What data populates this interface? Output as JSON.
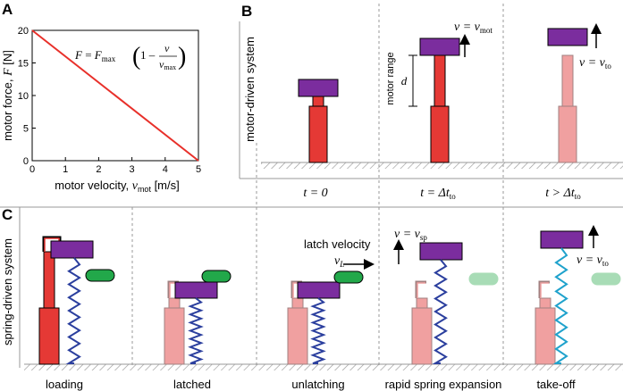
{
  "panels": {
    "A": {
      "letter": "A",
      "xlabel": "motor velocity, ",
      "xlabel_sym": "v",
      "xlabel_sub": "mot",
      "xlabel_unit": " [m/s]",
      "ylabel": "motor force, ",
      "ylabel_sym": "F",
      "ylabel_unit": " [N]",
      "equation": {
        "lhs": "F",
        "eq": " = ",
        "fmax": "F",
        "fmax_sub": "max",
        "one_minus": "1 –",
        "num": "v",
        "den": "v",
        "den_sub": "max"
      }
    },
    "B": {
      "letter": "B",
      "row_label": "motor-driven system",
      "vmot_label": "v = v",
      "vmot_sub": "mot",
      "vto_label": "v = v",
      "vto_sub": "to",
      "motor_range": "motor range",
      "d_label": "d"
    },
    "time_labels": {
      "t0": "t = 0",
      "t1": "t = Δt",
      "t1_sub": "to",
      "t2": "t > Δt",
      "t2_sub": "to"
    },
    "C": {
      "letter": "C",
      "row_label": "spring-driven system",
      "latch_velocity": "latch velocity",
      "vL": "v",
      "vL_sub": "L",
      "vsp_label": "v = v",
      "vsp_sub": "sp",
      "vto_label": "v = v",
      "vto_sub": "to",
      "stages": [
        "loading",
        "latched",
        "unlatching",
        "rapid spring expansion",
        "take-off"
      ]
    }
  },
  "chart_data": {
    "type": "line",
    "title": "",
    "xlabel": "motor velocity, v_mot [m/s]",
    "ylabel": "motor force, F [N]",
    "xlim": [
      0,
      5
    ],
    "ylim": [
      0,
      20
    ],
    "xticks": [
      "0",
      "1",
      "2",
      "3",
      "4",
      "5"
    ],
    "yticks": [
      "0",
      "5",
      "10",
      "15",
      "20"
    ],
    "series": [
      {
        "x": [
          0,
          5
        ],
        "y": [
          20,
          0
        ]
      }
    ],
    "colors": {
      "line": "#e8302a"
    }
  },
  "colors": {
    "motor_red": "#e53935",
    "motor_pink": "#f0a0a0",
    "mass_purple": "#7b2d9e",
    "latch_green": "#22a84a",
    "latch_green_faded": "#a8dcb6",
    "spring_blue": "#2b3f9e",
    "spring_cyan": "#1fa2cc",
    "ground": "#888888"
  }
}
